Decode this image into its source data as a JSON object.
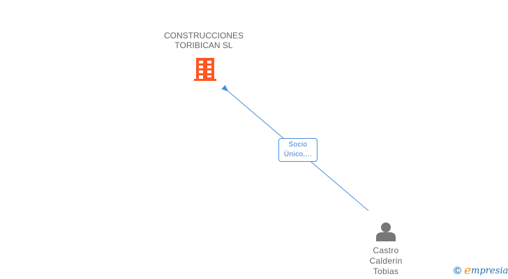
{
  "diagram": {
    "type": "ownership-graph",
    "nodes": [
      {
        "id": "company",
        "kind": "company",
        "label_lines": [
          "CONSTRUCCIONES",
          "TORIBICAN SL"
        ],
        "icon": "building-icon",
        "color": "#ff5722"
      },
      {
        "id": "person",
        "kind": "person",
        "label_lines": [
          "Castro",
          "Calderin",
          "Tobias"
        ],
        "icon": "person-icon",
        "color": "#777777"
      }
    ],
    "edges": [
      {
        "from": "person",
        "to": "company",
        "label_lines": [
          "Socio",
          "Único,..."
        ],
        "color": "#4a90d9"
      }
    ]
  },
  "company": {
    "line1": "CONSTRUCCIONES",
    "line2": "TORIBICAN SL"
  },
  "person": {
    "line1": "Castro",
    "line2": "Calderin",
    "line3": "Tobias"
  },
  "edge": {
    "line1": "Socio",
    "line2": "Único,..."
  },
  "brand": {
    "copyright": "©",
    "e": "e",
    "rest": "mpresia"
  },
  "colors": {
    "company_icon": "#ff5722",
    "person_icon": "#777777",
    "edge": "#4a90d9",
    "text": "#666666",
    "brand_blue": "#1f6fb5",
    "brand_orange": "#f39200"
  }
}
